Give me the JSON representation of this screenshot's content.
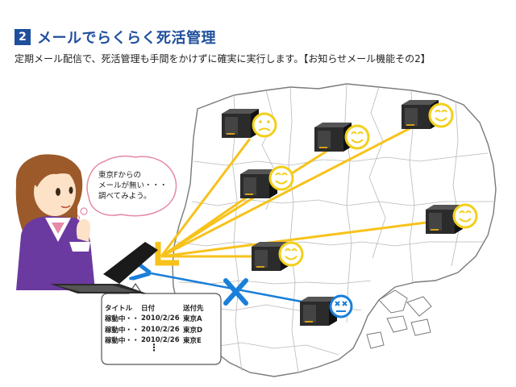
{
  "header": {
    "badge_number": "2",
    "title": "メールでらくらく死活管理",
    "subtitle": "定期メール配信で、死活管理も手間をかけずに確実に実行します。【お知らせメール機能その2】"
  },
  "speech_bubble": {
    "lines": [
      "東京Fからの",
      "メールが無い・・・",
      "調べてみよう。"
    ]
  },
  "mail_list": {
    "headers": [
      "タイトル",
      "日付",
      "送付先"
    ],
    "rows": [
      [
        "稼動中・・",
        "2010/2/26",
        "東京A"
      ],
      [
        "稼動中・・",
        "2010/2/26",
        "東京D"
      ],
      [
        "稼動中・・",
        "2010/2/26",
        "東京E"
      ]
    ],
    "more": "⋮"
  },
  "servers": [
    {
      "id": "server-1",
      "status": "neutral"
    },
    {
      "id": "server-2",
      "status": "happy"
    },
    {
      "id": "server-3",
      "status": "happy"
    },
    {
      "id": "server-4",
      "status": "happy"
    },
    {
      "id": "server-5",
      "status": "happy"
    },
    {
      "id": "server-6",
      "status": "happy"
    },
    {
      "id": "server-7",
      "status": "down"
    }
  ],
  "colors": {
    "brand_blue": "#1f4f9c",
    "mail_line_yellow": "#f7c21b",
    "down_cross_blue": "#1a7fd9",
    "face_yellow": "#f2cf1a",
    "character_purple": "#6b3aa0"
  }
}
